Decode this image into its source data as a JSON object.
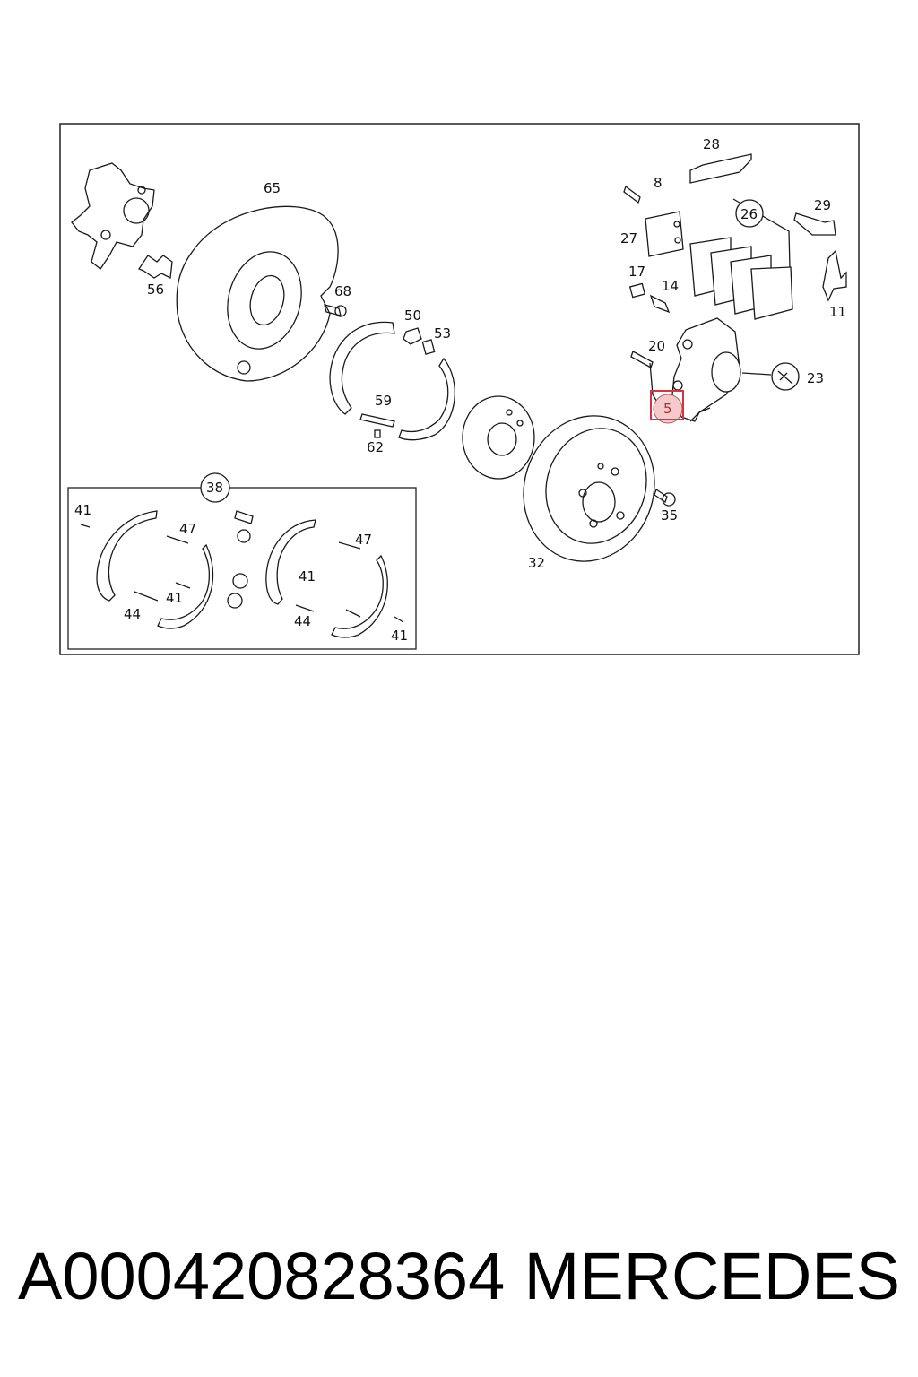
{
  "diagram": {
    "callouts": {
      "c65": "65",
      "c56": "56",
      "c68": "68",
      "c50": "50",
      "c53": "53",
      "c59": "59",
      "c62": "62",
      "c28": "28",
      "c8": "8",
      "c26": "26",
      "c29": "29",
      "c27": "27",
      "c17": "17",
      "c14": "14",
      "c11": "11",
      "c20": "20",
      "c23": "23",
      "c5": "5",
      "c35": "35",
      "c32": "32",
      "c38": "38",
      "s_41a": "41",
      "s_47a": "47",
      "s_41b": "41",
      "s_44a": "44",
      "s_47b": "47",
      "s_41c": "41",
      "s_44b": "44",
      "s_41d": "41"
    },
    "highlight_color": "#d9333f",
    "highlight_fill": "#f6c9cc"
  },
  "caption": {
    "part_number": "A000420828364",
    "brand": "MERCEDES"
  }
}
